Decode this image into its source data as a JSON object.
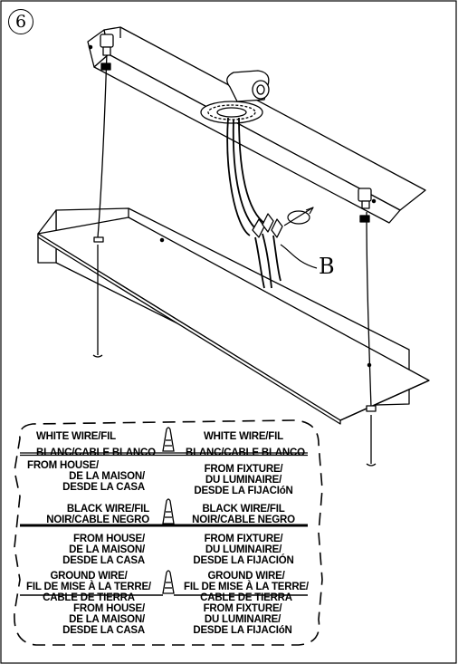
{
  "step_number": "6",
  "callout_label": "B",
  "wiring_legend": {
    "white": {
      "left_wire": [
        "WHITE WIRE/FIL",
        "BLANC/CABLE BLANCO"
      ],
      "right_wire": [
        "WHITE WIRE/FIL",
        "BLANC/CABLE BLANCO"
      ],
      "left_source": [
        "FROM HOUSE/",
        "DE LA MAISON/",
        "DESDE LA CASA"
      ],
      "right_source": [
        "FROM FIXTURE/",
        "DU LUMINAIRE/",
        "DESDE LA FIJACIóN"
      ]
    },
    "black": {
      "left_wire": [
        "BLACK WIRE/FIL",
        "NOIR/CABLE NEGRO"
      ],
      "right_wire": [
        "BLACK WIRE/FIL",
        "NOIR/CABLE NEGRO"
      ],
      "left_source": [
        "FROM HOUSE/",
        "DE LA MAISON/",
        "DESDE LA CASA"
      ],
      "right_source": [
        "FROM FIXTURE/",
        "DU LUMINAIRE/",
        "DESDE LA FIJACIÓN"
      ]
    },
    "ground": {
      "left_wire": [
        "GROUND WIRE/",
        "FIL DE MISE À LA TERRE/",
        "CABLE DE TIERRA"
      ],
      "right_wire": [
        "GROUND WIRE/",
        "FIL DE MISE À LA TERRE/",
        "CABLE DE TIERRA"
      ],
      "left_source": [
        "FROM HOUSE/",
        "DE LA MAISON/",
        "DESDE LA CASA"
      ],
      "right_source": [
        "FROM FIXTURE/",
        "DU LUMINAIRE/",
        "DESDE LA FIJACIóN"
      ]
    }
  }
}
